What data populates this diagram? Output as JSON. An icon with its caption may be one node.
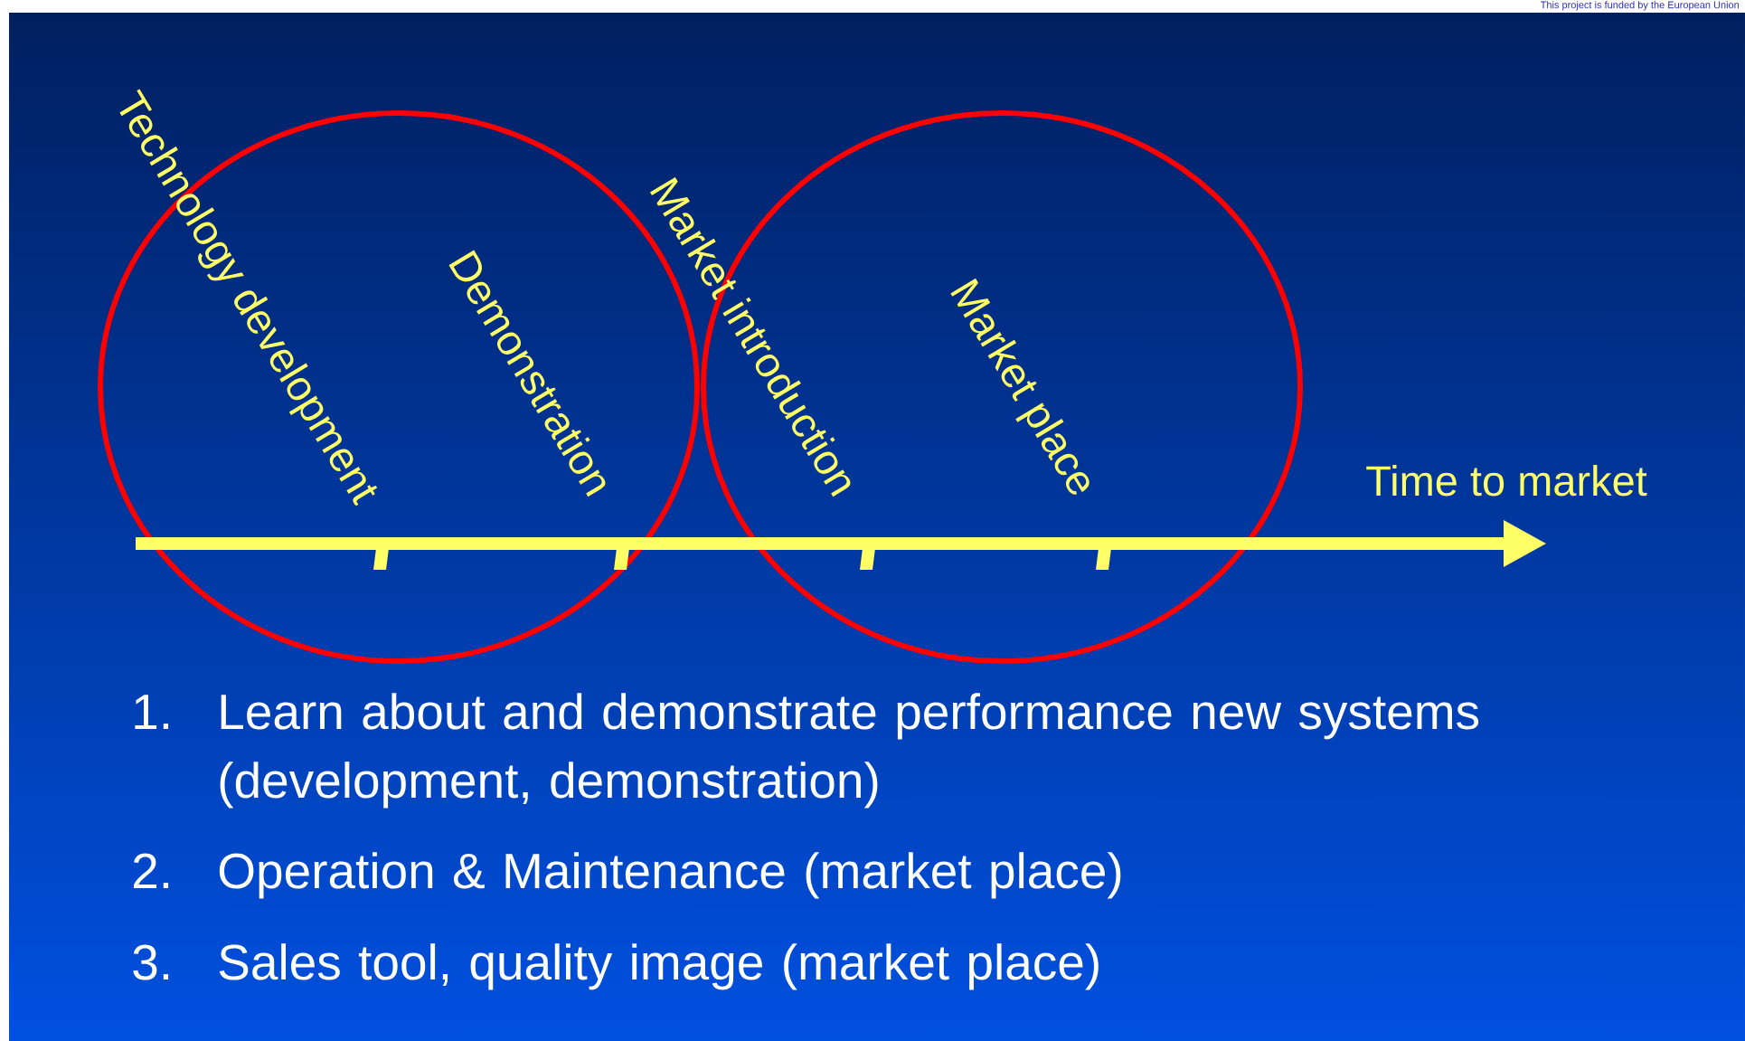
{
  "diagram": {
    "nodes": [
      {
        "text": [],
        "shape": "circle"
      },
      {
        "text": [],
        "shape": "circle"
      }
    ],
    "labels": [
      "This project is funded by the European Union",
      "Technology development",
      "Demonstration",
      "Market introduction",
      "Market place",
      "Time to market",
      "1.",
      "Learn about and demonstrate performance new systems (development, demonstration)",
      "2.",
      "Operation & Maintenance (market place)",
      "3.",
      "Sales tool, quality image (market place)"
    ]
  }
}
